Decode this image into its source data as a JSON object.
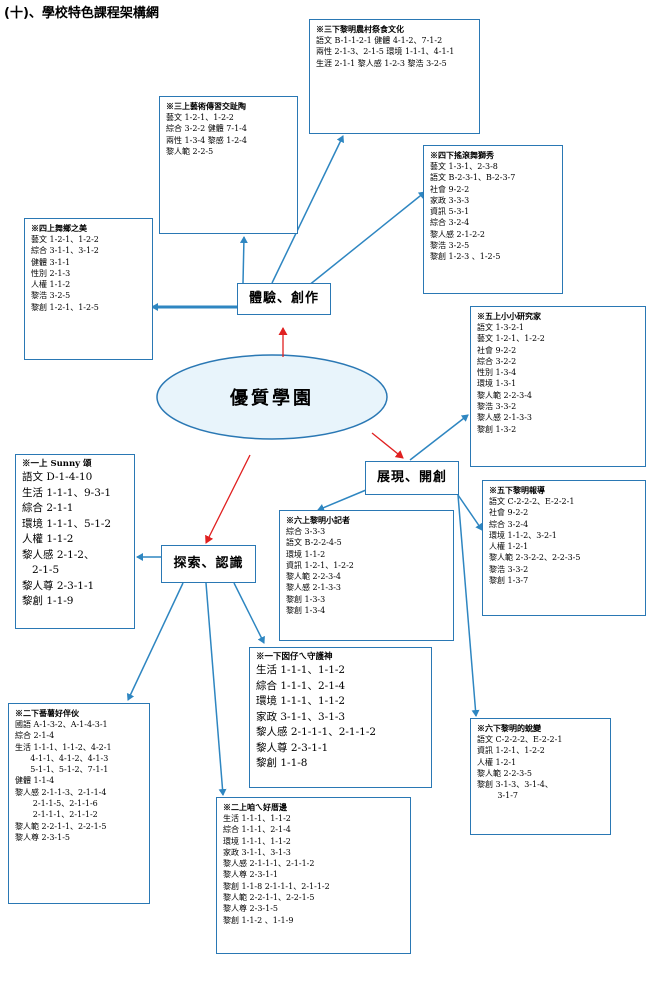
{
  "title": "(十)、學校特色課程架構網",
  "center": "優質學園",
  "hubs": {
    "experience": "體驗、創作",
    "display": "展現、開創",
    "explore": "探索、認識"
  },
  "boxes": {
    "b3_down": {
      "title": "※三下黎明農村祭食文化",
      "lines": [
        "語文 B-1-1-2-1 健體 4-1-2、7-1-2",
        "兩性 2-1-3、2-1-5 環境 1-1-1、4-1-1",
        "生涯 2-1-1 黎人感 1-2-3 黎浩 3-2-5"
      ]
    },
    "b3_up": {
      "title": "※三上藝術傳習交趾陶",
      "lines": [
        "藝文 1-2-1、1-2-2",
        "綜合 3-2-2 健體 7-1-4",
        "兩性 1-3-4 黎感 1-2-4",
        "",
        "黎人範 2-2-5"
      ]
    },
    "b4_up": {
      "title": "※四上舞鄉之美",
      "lines": [
        "藝文 1-2-1、1-2-2",
        "綜合 3-1-1、3-1-2",
        "健體 3-1-1",
        "性別 2-1-3",
        "人權 1-1-2",
        "黎浩 3-2-5",
        "黎創 1-2-1、1-2-5"
      ]
    },
    "b4_down": {
      "title": "※四下搖滾舞獅秀",
      "lines": [
        "藝文 1-3-1、2-3-8",
        "語文 B-2-3-1、B-2-3-7",
        "社會 9-2-2",
        "家政 3-3-3",
        "資訊 5-3-1",
        "綜合 3-2-4",
        "黎人感 2-1-2-2",
        "黎浩 3-2-5",
        "",
        "黎創 1-2-3 、1-2-5"
      ]
    },
    "b5_up": {
      "title": "※五上小小研究家",
      "lines": [
        "語文 1-3-2-1",
        "藝文 1-2-1、1-2-2",
        "社會 9-2-2",
        "綜合 3-2-2",
        "性別 1-3-4",
        "環境 1-3-1",
        "黎人範 2-2-3-4",
        "黎浩 3-3-2",
        "黎人感 2-1-3-3",
        "黎創 1-3-2"
      ]
    },
    "b6_up": {
      "title": "※六上黎明小記者",
      "lines": [
        "綜合 3-3-3",
        "語文 B-2-2-4-5",
        "環境 1-1-2",
        "資訊 1-2-1、1-2-2",
        "黎人範 2-2-3-4",
        "黎人感 2-1-3-3",
        "黎創 1-3-3",
        "黎創 1-3-4"
      ]
    },
    "b5_down": {
      "title": "※五下黎明報導",
      "lines": [
        "語文 C-2-2-2、E-2-2-1",
        "社會 9-2-2",
        "綜合 3-2-4",
        "環境 1-1-2、3-2-1",
        "人權 1-2-1",
        "黎人範 2-3-2-2、2-2-3-5",
        "黎浩 3-3-2",
        "黎創 1-3-7"
      ]
    },
    "b1_up": {
      "title": "※一上 Sunny 頌",
      "lines": [
        "語文 D-1-4-10",
        "生活 1-1-1、9-3-1",
        "綜合 2-1-1",
        "環境 1-1-1、5-1-2",
        "人權 1-1-2",
        "黎人感 2-1-2、",
        "   2-1-5",
        "黎人尊 2-3-1-1",
        "黎創 1-1-9"
      ]
    },
    "b1_down": {
      "title": "※一下囡仔ㄟ守護神",
      "lines": [
        "生活 1-1-1、1-1-2",
        "綜合 1-1-1、2-1-4",
        "環境 1-1-1、1-1-2",
        "家政 3-1-1、3-1-3",
        "黎人感 2-1-1-1、2-1-1-2",
        "黎人尊 2-3-1-1",
        "黎創 1-1-8"
      ]
    },
    "b2_down": {
      "title": "※二下番薯好伴伙",
      "lines": [
        "國語 A-1-3-2、A-1-4-3-1",
        "綜合 2-1-4",
        "生活 1-1-1、1-1-2、4-2-1",
        "      4-1-1、4-1-2、4-1-3",
        "      5-1-1、5-1-2、7-1-1",
        "健體 1-1-4",
        "黎人感 2-1-1-3、2-1-1-4",
        "       2-1-1-5、2-1-1-6",
        "       2-1-1-1、2-1-1-2",
        "",
        "黎人範 2-2-1-1、2-2-1-5",
        "",
        "黎人尊 2-3-1-5"
      ]
    },
    "b6_down": {
      "title": "※六下黎明的蛻變",
      "lines": [
        "語文 C-2-2-2、E-2-2-1",
        "資訊 1-2-1、1-2-2",
        "人權 1-2-1",
        "黎人範 2-2-3-5",
        "黎創 3-1-3、3-1-4、",
        "        3-1-7"
      ]
    },
    "b2_up": {
      "title": "※二上咱ㄟ好厝邊",
      "lines": [
        "生活 1-1-1、1-1-2",
        "綜合 1-1-1、2-1-4",
        "環境 1-1-1、1-1-2",
        "家政 3-1-1、3-1-3",
        "黎人感 2-1-1-1、2-1-1-2",
        "黎人尊 2-3-1-1",
        "黎創 1-1-8 2-1-1-1、2-1-1-2",
        "黎人範 2-2-1-1、2-2-1-5",
        "黎人尊 2-3-1-5",
        "黎創 1-1-2 、1-1-9"
      ]
    }
  }
}
